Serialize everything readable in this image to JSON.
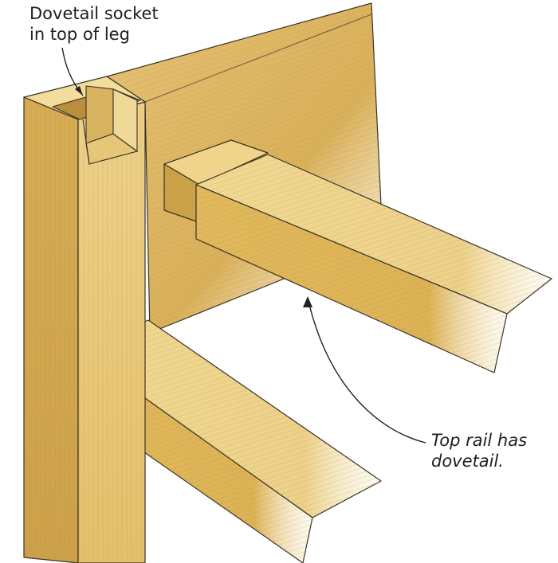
{
  "callouts": {
    "socket": {
      "line1": "Dovetail socket",
      "line2": "in top of leg"
    },
    "rail": {
      "line1": "Top rail has",
      "line2": "dovetail."
    }
  },
  "colors": {
    "wood_light": "#f2dc9a",
    "wood_mid": "#e2bd63",
    "wood_dark": "#c99a3c",
    "wood_shadow": "#a77f34",
    "outline": "#3a3226",
    "leader": "#222222"
  }
}
